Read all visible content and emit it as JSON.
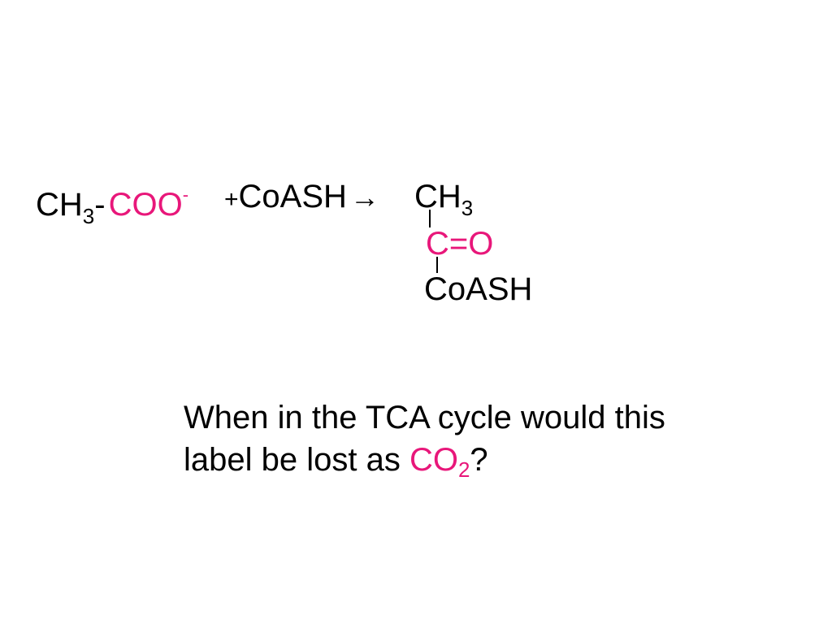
{
  "reactant": {
    "ch3_c": "CH",
    "ch3_sub": "3",
    "dash": "-",
    "coo": "COO",
    "charge": "-"
  },
  "reagent": {
    "plus": "+",
    "coash": "CoASH",
    "arrow": "→"
  },
  "product": {
    "ch3_c": "CH",
    "ch3_sub": "3",
    "carbonyl": "C=O",
    "coash": "CoASH"
  },
  "question": {
    "line1": "When in the TCA cycle would this",
    "line2_prefix": "label be lost as ",
    "co": "CO",
    "co_sub": "2",
    "mark": "?"
  },
  "colors": {
    "highlight": "#e8177a",
    "text": "#000000",
    "background": "#ffffff"
  }
}
